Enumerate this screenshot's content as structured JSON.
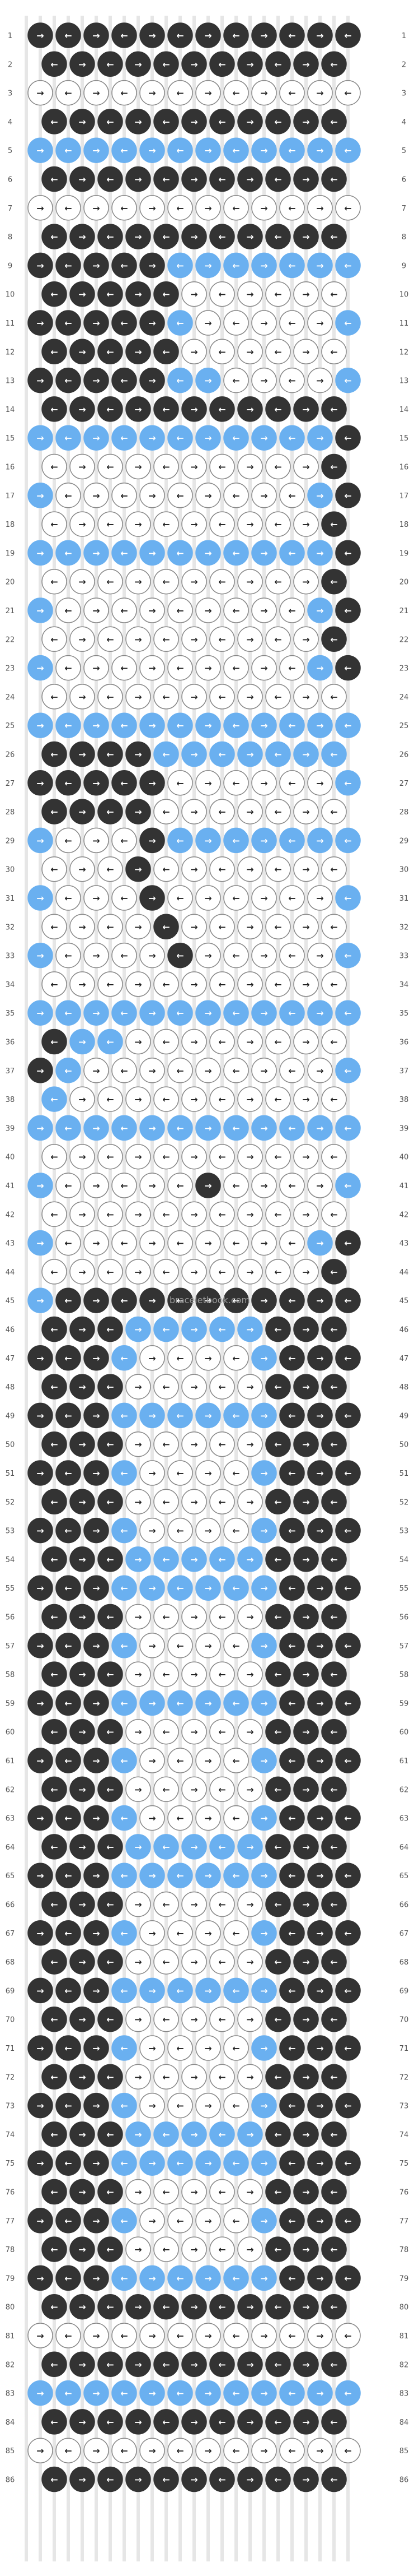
{
  "watermark": "braceletbook.com",
  "colors": {
    "background": "#ffffff",
    "dark": "#333333",
    "blue": "#6ab0f0",
    "white": "#ffffff",
    "outline": "#888888",
    "string": "#e6e6e6",
    "label": "#555555"
  },
  "pattern": {
    "row_count": 86,
    "knots_per_row_long": 12,
    "knots_per_row_short": 11,
    "row_labels": [
      "1",
      "2",
      "3",
      "4",
      "5",
      "6",
      "7",
      "8",
      "9",
      "10",
      "11",
      "12",
      "13",
      "14",
      "15",
      "16",
      "17",
      "18",
      "19",
      "20",
      "21",
      "22",
      "23",
      "24",
      "25",
      "26",
      "27",
      "28",
      "29",
      "30",
      "31",
      "32",
      "33",
      "34",
      "35",
      "36",
      "37",
      "38",
      "39",
      "40",
      "41",
      "42",
      "43",
      "44",
      "45",
      "46",
      "47",
      "48",
      "49",
      "50",
      "51",
      "52",
      "53",
      "54",
      "55",
      "56",
      "57",
      "58",
      "59",
      "60",
      "61",
      "62",
      "63",
      "64",
      "65",
      "66",
      "67",
      "68",
      "69",
      "70",
      "71",
      "72",
      "73",
      "74",
      "75",
      "76",
      "77",
      "78",
      "79",
      "80",
      "81",
      "82",
      "83",
      "84",
      "85",
      "86"
    ],
    "rows": [
      "DDDDDDDDDDDD",
      "DDDDDDDDDDD",
      "WWWWWWWWWWWW",
      "DDDDDDDDDDD",
      "BBBBBBBBBBBB",
      "DDDDDDDDDDD",
      "WWWWWWWWWWWW",
      "DDDDDDDDDDD",
      "DDDDDBBBBBBB",
      "DDDDDWWWWWW",
      "DDDDDBWWWWWB",
      "DDDDDWWWWWW",
      "DDDDDBBWWWWB",
      "DDDDDDDDDDD",
      "BBBBBBBBBBBD",
      "WWWWWWWWWWD",
      "BWWWWWWWWWBD",
      "WWWWWWWWWWD",
      "BBBBBBBBBBBD",
      "WWWWWWWWWWD",
      "BWWWWWWWWWBD",
      "WWWWWWWWWWD",
      "BWWWWWWWWWBD",
      "WWWWWWWWWWW",
      "BBBBBBBBBBBB",
      "DDDDBBBBBBB",
      "DDDDDWWWWWWB",
      "DDDDWWWWWWW",
      "BWWWDBBBBBBB",
      "WWWDWWWWWWW",
      "BWWWDWWWWWWB",
      "WWWWDWWWWWW",
      "BWWWWDWWWWWB",
      "WWWWWWWWWWW",
      "BBBBBBBBBBBB",
      "DBBWWWWWWWW",
      "DBWWWWWWWWWB",
      "BWWWWWWWWWW",
      "BBBBBBBBBBBB",
      "WWWWWWWWWWW",
      "BWWWWWDWWWWB",
      "WWWWWWWWWWW",
      "BWWWWWWWWWBD",
      "WWWWWWWWWWD",
      "BDDDDDDDDDDD",
      "DDDBBBBBDDD",
      "DDDBWWWWBDDD",
      "DDDWWWWWDDD",
      "DDDBBBBBBDDD",
      "DDDWWWWWDDD",
      "DDDBWWWWBDDD",
      "DDDWWWWWDDD",
      "DDDBWWWWBDDD",
      "DDDBBBBBDDD",
      "DDDBBBBBBDDD",
      "DDDWWWWWDDD",
      "DDDBWWWWBDDD",
      "DDDWWWWWDDD",
      "DDDBBBBBBDDD",
      "DDDWWWWWDDD",
      "DDDBWWWWBDDD",
      "DDDWWWWWDDD",
      "DDDBWWWWBDDD",
      "DDDBBBBBDDD",
      "DDDBBBBBBDDD",
      "DDDWWWWWDDD",
      "DDDBWWWWBDDD",
      "DDDWWWWWDDD",
      "DDDBBBBBBDDD",
      "DDDWWWWWDDD",
      "DDDBWWWWBDDD",
      "DDDWWWWWDDD",
      "DDDBWWWWBDDD",
      "DDDBBBBBDDD",
      "DDDBBBBBBDDD",
      "DDDWWWWWDDD",
      "DDDBWWWWBDDD",
      "DDDWWWWWDDD",
      "DDDBBBBBBDDD",
      "DDDDDDDDDDD",
      "WWWWWWWWWWWW",
      "DDDDDDDDDDD",
      "BBBBBBBBBBBB",
      "DDDDDDDDDDD",
      "WWWWWWWWWWWW",
      "DDDDDDDDDDD"
    ]
  }
}
